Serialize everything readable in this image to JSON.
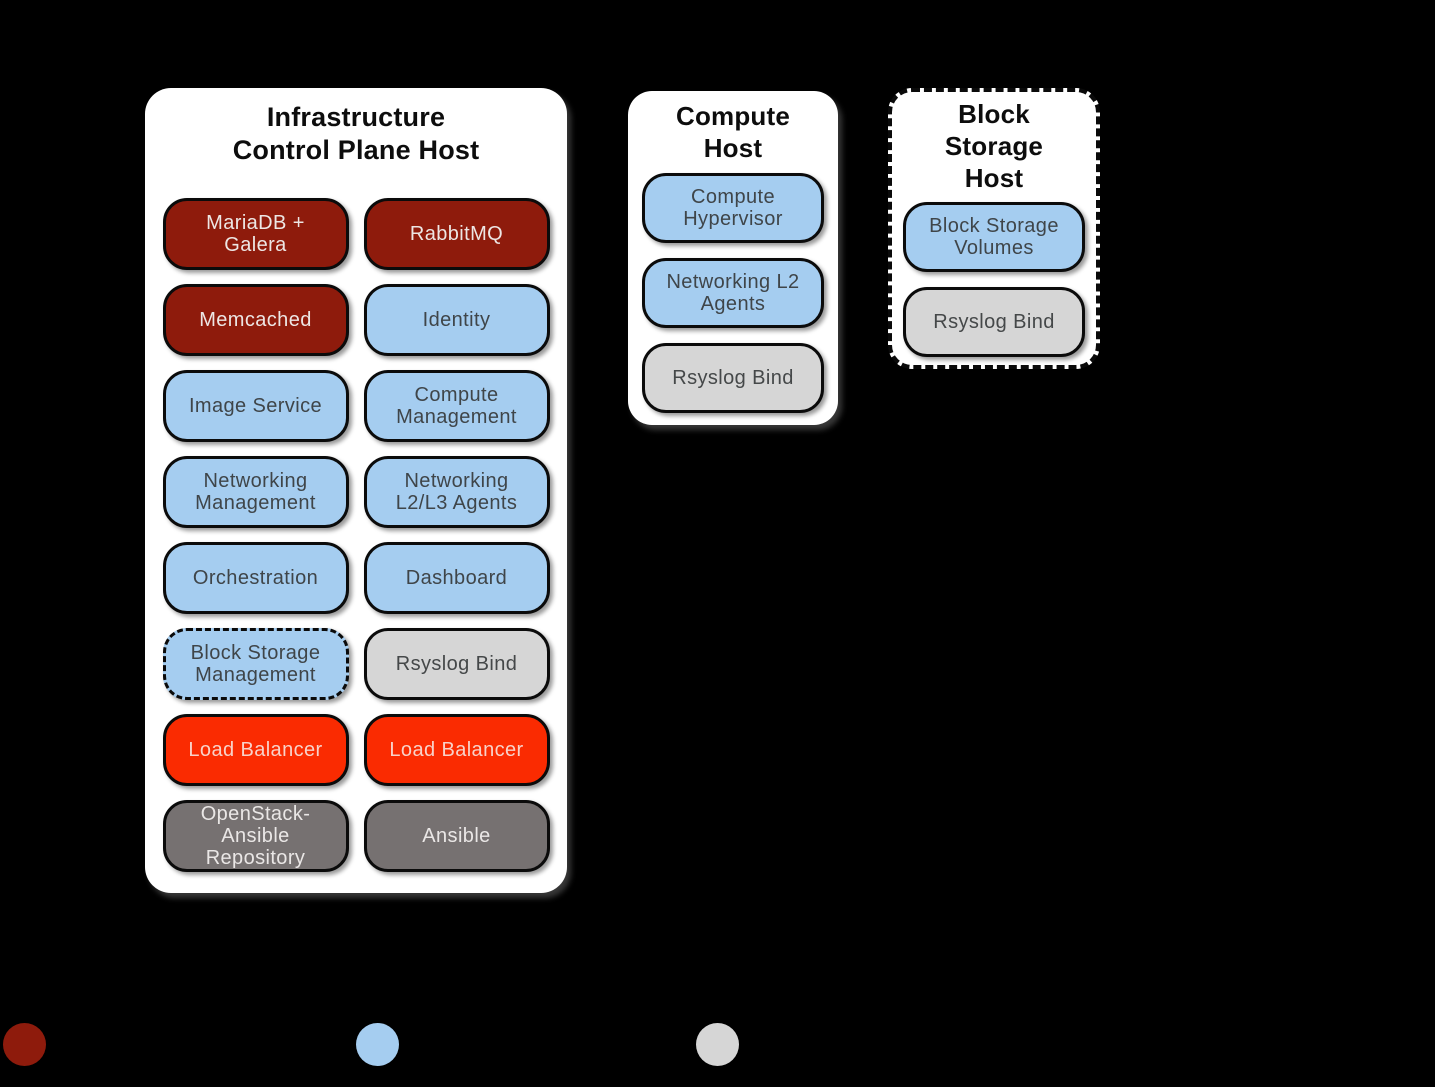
{
  "page": {
    "background": "#000000"
  },
  "colors": {
    "maroon": "#8E1B0C",
    "blue": "#A5CDF0",
    "red": "#FA2B01",
    "light_gray": "#D6D6D6",
    "dark_gray": "#767171",
    "host_background": "#FFFFFF",
    "border_black": "#0B0B0B"
  },
  "hosts": [
    {
      "name": "infrastructure-control-plane-host",
      "title_lines": [
        "Infrastructure",
        "Control Plane Host"
      ],
      "border_style": "solid",
      "columns": 2,
      "services": [
        {
          "label": "MariaDB + Galera",
          "color": "maroon",
          "border": "solid"
        },
        {
          "label": "RabbitMQ",
          "color": "maroon",
          "border": "solid"
        },
        {
          "label": "Memcached",
          "color": "maroon",
          "border": "solid"
        },
        {
          "label": "Identity",
          "color": "blue",
          "border": "solid"
        },
        {
          "label": "Image Service",
          "color": "blue",
          "border": "solid"
        },
        {
          "label": "Compute Management",
          "color": "blue",
          "border": "solid"
        },
        {
          "label": "Networking Management",
          "color": "blue",
          "border": "solid"
        },
        {
          "label": "Networking L2/L3 Agents",
          "color": "blue",
          "border": "solid"
        },
        {
          "label": "Orchestration",
          "color": "blue",
          "border": "solid"
        },
        {
          "label": "Dashboard",
          "color": "blue",
          "border": "solid"
        },
        {
          "label": "Block Storage Management",
          "color": "blue",
          "border": "dashed"
        },
        {
          "label": "Rsyslog Bind",
          "color": "light_gray",
          "border": "solid"
        },
        {
          "label": "Load Balancer",
          "color": "red",
          "border": "solid"
        },
        {
          "label": "Load Balancer",
          "color": "red",
          "border": "solid"
        },
        {
          "label": "OpenStack-Ansible Repository",
          "color": "dark_gray",
          "border": "solid"
        },
        {
          "label": "Ansible",
          "color": "dark_gray",
          "border": "solid"
        }
      ]
    },
    {
      "name": "compute-host",
      "title_lines": [
        "Compute",
        "Host"
      ],
      "border_style": "solid",
      "columns": 1,
      "services": [
        {
          "label": "Compute Hypervisor",
          "color": "blue",
          "border": "solid"
        },
        {
          "label": "Networking L2 Agents",
          "color": "blue",
          "border": "solid"
        },
        {
          "label": "Rsyslog Bind",
          "color": "light_gray",
          "border": "solid"
        }
      ]
    },
    {
      "name": "block-storage-host",
      "title_lines": [
        "Block",
        "Storage",
        "Host"
      ],
      "border_style": "dashed",
      "columns": 1,
      "services": [
        {
          "label": "Block Storage Volumes",
          "color": "blue",
          "border": "solid"
        },
        {
          "label": "Rsyslog Bind",
          "color": "light_gray",
          "border": "solid"
        }
      ]
    }
  ],
  "legend": {
    "dots": [
      {
        "name": "legend-dot-1",
        "color": "maroon"
      },
      {
        "name": "legend-dot-2",
        "color": "blue"
      },
      {
        "name": "legend-dot-3",
        "color": "light_gray"
      }
    ]
  }
}
